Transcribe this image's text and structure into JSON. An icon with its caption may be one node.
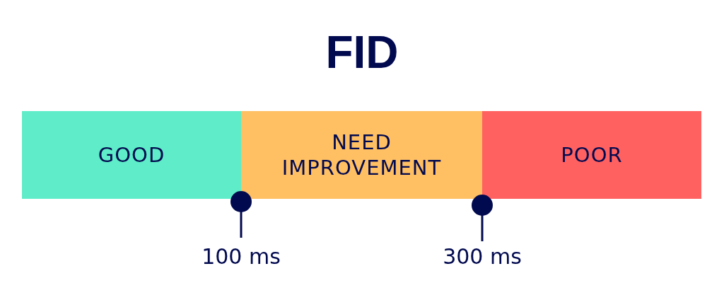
{
  "diagram": {
    "title": "FID",
    "nodes": [
      {
        "text": [
          "GOOD"
        ]
      },
      {
        "text": [
          "NEED IMPROVEMENT"
        ]
      },
      {
        "text": [
          "POOR"
        ]
      }
    ],
    "labels": [
      "100 ms",
      "300 ms"
    ]
  }
}
